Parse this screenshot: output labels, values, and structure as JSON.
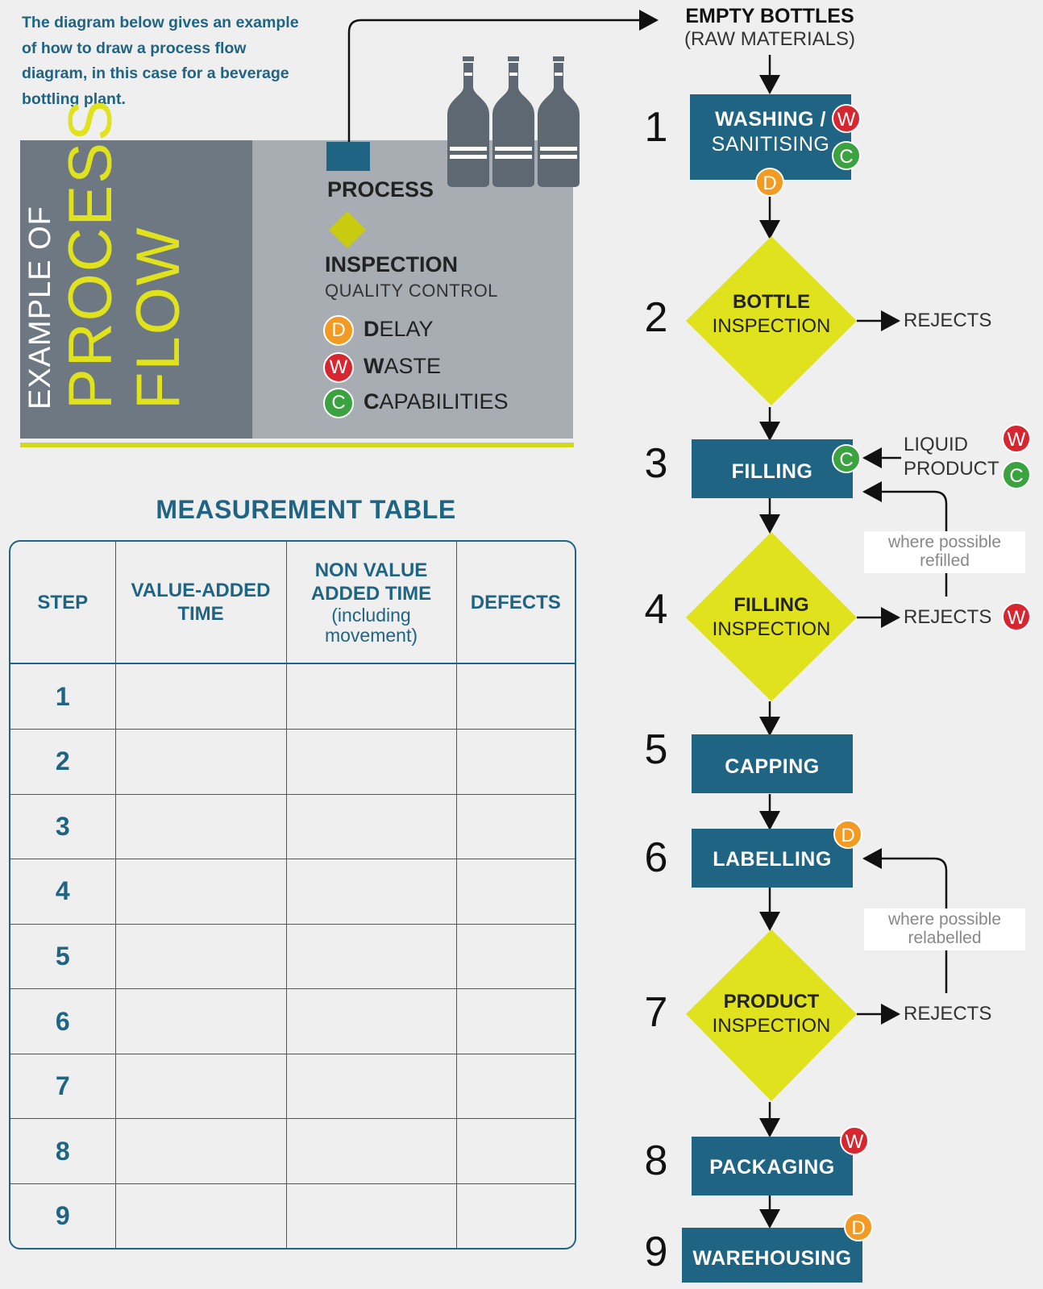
{
  "intro": "The diagram below gives an example of how to draw a process flow diagram, in this case for a beverage bottling plant.",
  "legend": {
    "title_small": "EXAMPLE OF",
    "title_big1": "PROCESS",
    "title_big2": "FLOW",
    "process": "PROCESS",
    "inspection": "INSPECTION",
    "inspection_sub": "QUALITY CONTROL",
    "delay_letter": "D",
    "delay_rest": "ELAY",
    "waste_letter": "W",
    "waste_rest": "ASTE",
    "cap_letter": "C",
    "cap_rest": "APABILITIES",
    "colors": {
      "process": "#1f6483",
      "inspection": "#c8cb0f",
      "delay": "#f29a22",
      "waste": "#d72630",
      "capabilities": "#3aa340"
    }
  },
  "table": {
    "title": "MEASUREMENT TABLE",
    "headers": {
      "step": "STEP",
      "vat": "VALUE-ADDED TIME",
      "nvat": "NON VALUE ADDED TIME",
      "nvat_sub": "(including movement)",
      "defects": "DEFECTS"
    },
    "rows": [
      "1",
      "2",
      "3",
      "4",
      "5",
      "6",
      "7",
      "8",
      "9"
    ]
  },
  "flow": {
    "start_title": "EMPTY BOTTLES",
    "start_sub": "(RAW MATERIALS)",
    "steps": [
      {
        "num": "1",
        "l1": "WASHING /",
        "l2": "SANITISING"
      },
      {
        "num": "2",
        "l1": "BOTTLE",
        "l2": "INSPECTION"
      },
      {
        "num": "3",
        "l1": "FILLING"
      },
      {
        "num": "4",
        "l1": "FILLING",
        "l2": "INSPECTION"
      },
      {
        "num": "5",
        "l1": "CAPPING"
      },
      {
        "num": "6",
        "l1": "LABELLING"
      },
      {
        "num": "7",
        "l1": "PRODUCT",
        "l2": "INSPECTION"
      },
      {
        "num": "8",
        "l1": "PACKAGING"
      },
      {
        "num": "9",
        "l1": "WAREHOUSING"
      }
    ],
    "rejects": "REJECTS",
    "liquid1": "LIQUID",
    "liquid2": "PRODUCT",
    "refill_note1": "where possible",
    "refill_note2": "refilled",
    "relabel_note1": "where possible",
    "relabel_note2": "relabelled",
    "badge_w": "W",
    "badge_c": "C",
    "badge_d": "D"
  }
}
